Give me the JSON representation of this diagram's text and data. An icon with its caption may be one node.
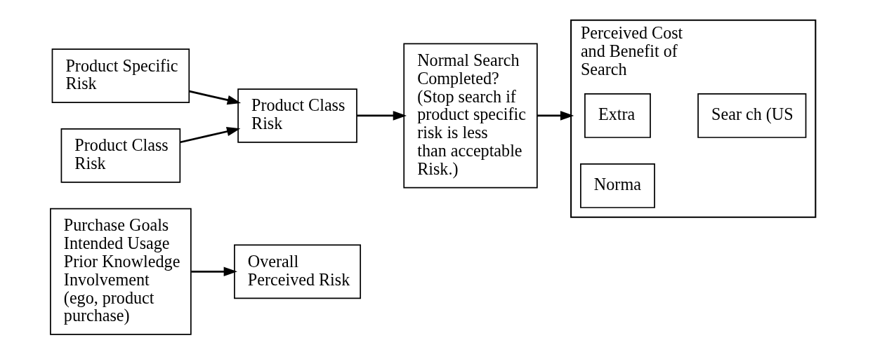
{
  "diagram": {
    "nodes": [
      {
        "text": [
          "Purchase Goals",
          "Intended Usage",
          "Prior Knowledge",
          "Involvement (ego, product purchase)"
        ]
      },
      {
        "text": [
          "Overall Perceived Risk"
        ]
      },
      {
        "text": [
          "Product Specific Risk"
        ]
      },
      {
        "text": [
          "Product Class Risk"
        ]
      },
      {
        "text": [
          "Product Class Risk"
        ]
      },
      {
        "text": [
          "Normal Search Completed?",
          "(Stop search if product specific risk is less than acceptable Risk.)"
        ]
      },
      {
        "text": [
          "Perceived Cost and Benefit of Search"
        ]
      },
      {
        "text": [
          "Extra"
        ],
        "in": 6
      },
      {
        "text": [
          "Norma"
        ],
        "in": 6
      },
      {
        "text": [
          "Sear ch (US"
        ],
        "in": 6
      }
    ],
    "edges": [
      {
        "from": 0,
        "to": 1,
        "arrow": "to"
      },
      {
        "from": 2,
        "to": 4,
        "arrow": "to"
      },
      {
        "from": 3,
        "to": 4,
        "arrow": "to"
      },
      {
        "from": 4,
        "to": 5,
        "arrow": "to"
      },
      {
        "from": 5,
        "to": 6,
        "arrow": "to"
      }
    ]
  }
}
